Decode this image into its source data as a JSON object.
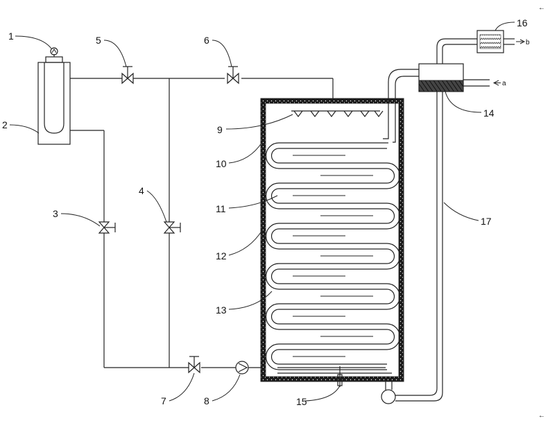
{
  "colors": {
    "line": "#222222",
    "background": "#ffffff",
    "insulation": "#1a1a1a",
    "insulation_speck": "#ffffff",
    "hatch": "#333333"
  },
  "labels": {
    "l1": "1",
    "l2": "2",
    "l3": "3",
    "l4": "4",
    "l5": "5",
    "l6": "6",
    "l7": "7",
    "l8": "8",
    "l9": "9",
    "l10": "10",
    "l11": "11",
    "l12": "12",
    "l13": "13",
    "l14": "14",
    "l15": "15",
    "l16": "16",
    "l17": "17"
  },
  "ports": {
    "a": "a",
    "b": "b"
  },
  "corner_marks": {
    "top_right": "←",
    "bottom_right": "←"
  }
}
